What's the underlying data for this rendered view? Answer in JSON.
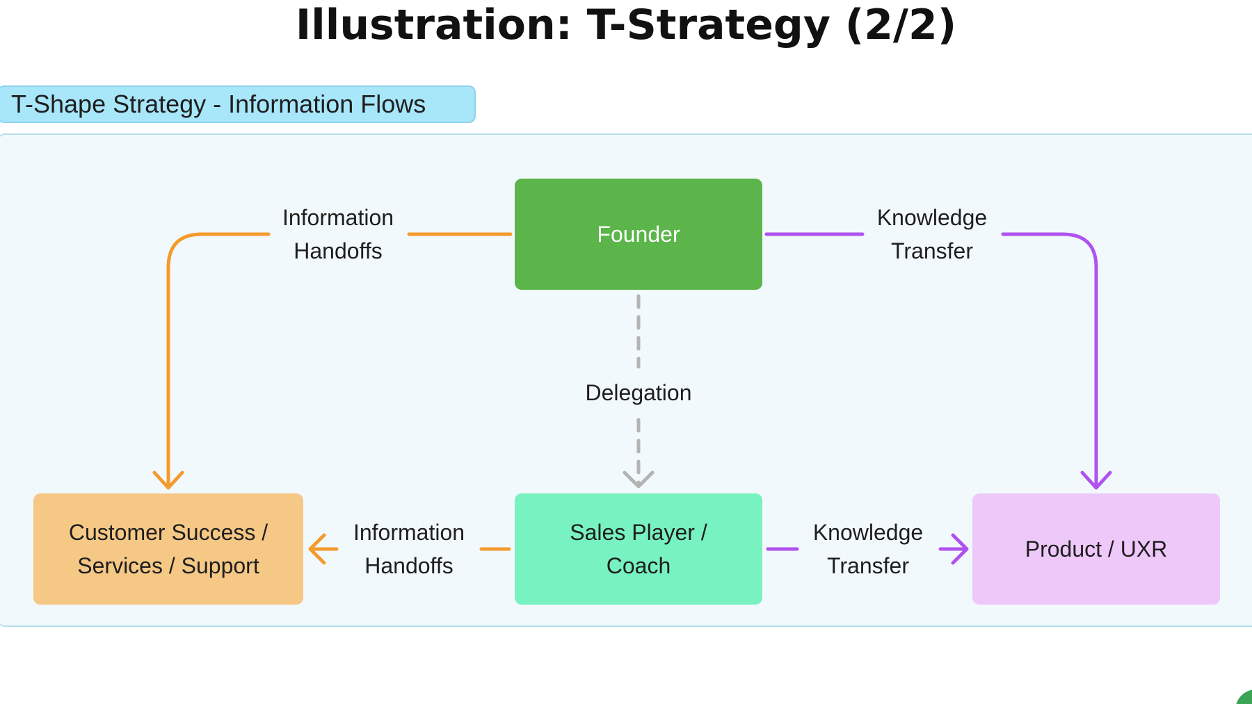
{
  "slide": {
    "title": "Illustration: T-Strategy (2/2)"
  },
  "section": {
    "label": "T-Shape Strategy - Information Flows"
  },
  "nodes": {
    "founder": "Founder",
    "sales": "Sales Player /\nCoach",
    "customer_success": "Customer Success /\nServices / Support",
    "product": "Product / UXR"
  },
  "edges": {
    "founder_to_cs": "Information\nHandoffs",
    "founder_to_product": "Knowledge\nTransfer",
    "founder_to_sales": "Delegation",
    "sales_to_cs": "Information\nHandoffs",
    "sales_to_product": "Knowledge\nTransfer"
  },
  "colors": {
    "founder": "#5cb54a",
    "sales": "#78f2c0",
    "customer_success": "#f6c886",
    "product": "#efc8fa",
    "information_handoffs": "#f39b2e",
    "knowledge_transfer": "#b052ee",
    "delegation": "#b3b3b3",
    "section_label": "#a8e6fa",
    "frame": "#f2f9fc"
  }
}
